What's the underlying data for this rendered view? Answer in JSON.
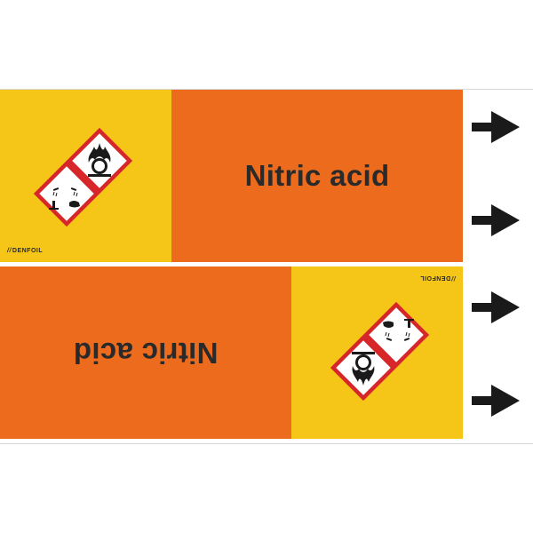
{
  "label": {
    "substance_name": "Nitric acid",
    "brand": "DENFOIL",
    "hazard_pictograms": [
      "oxidizer-flame-over-circle-icon",
      "corrosive-icon"
    ],
    "colors": {
      "hazard_panel": "#f5c518",
      "name_panel": "#ec6b1d",
      "pictogram_border": "#d7262a",
      "text": "#2a2a2a"
    }
  },
  "arrows": {
    "count": 4,
    "direction": "right",
    "icon": "flow-direction-arrow-icon"
  }
}
